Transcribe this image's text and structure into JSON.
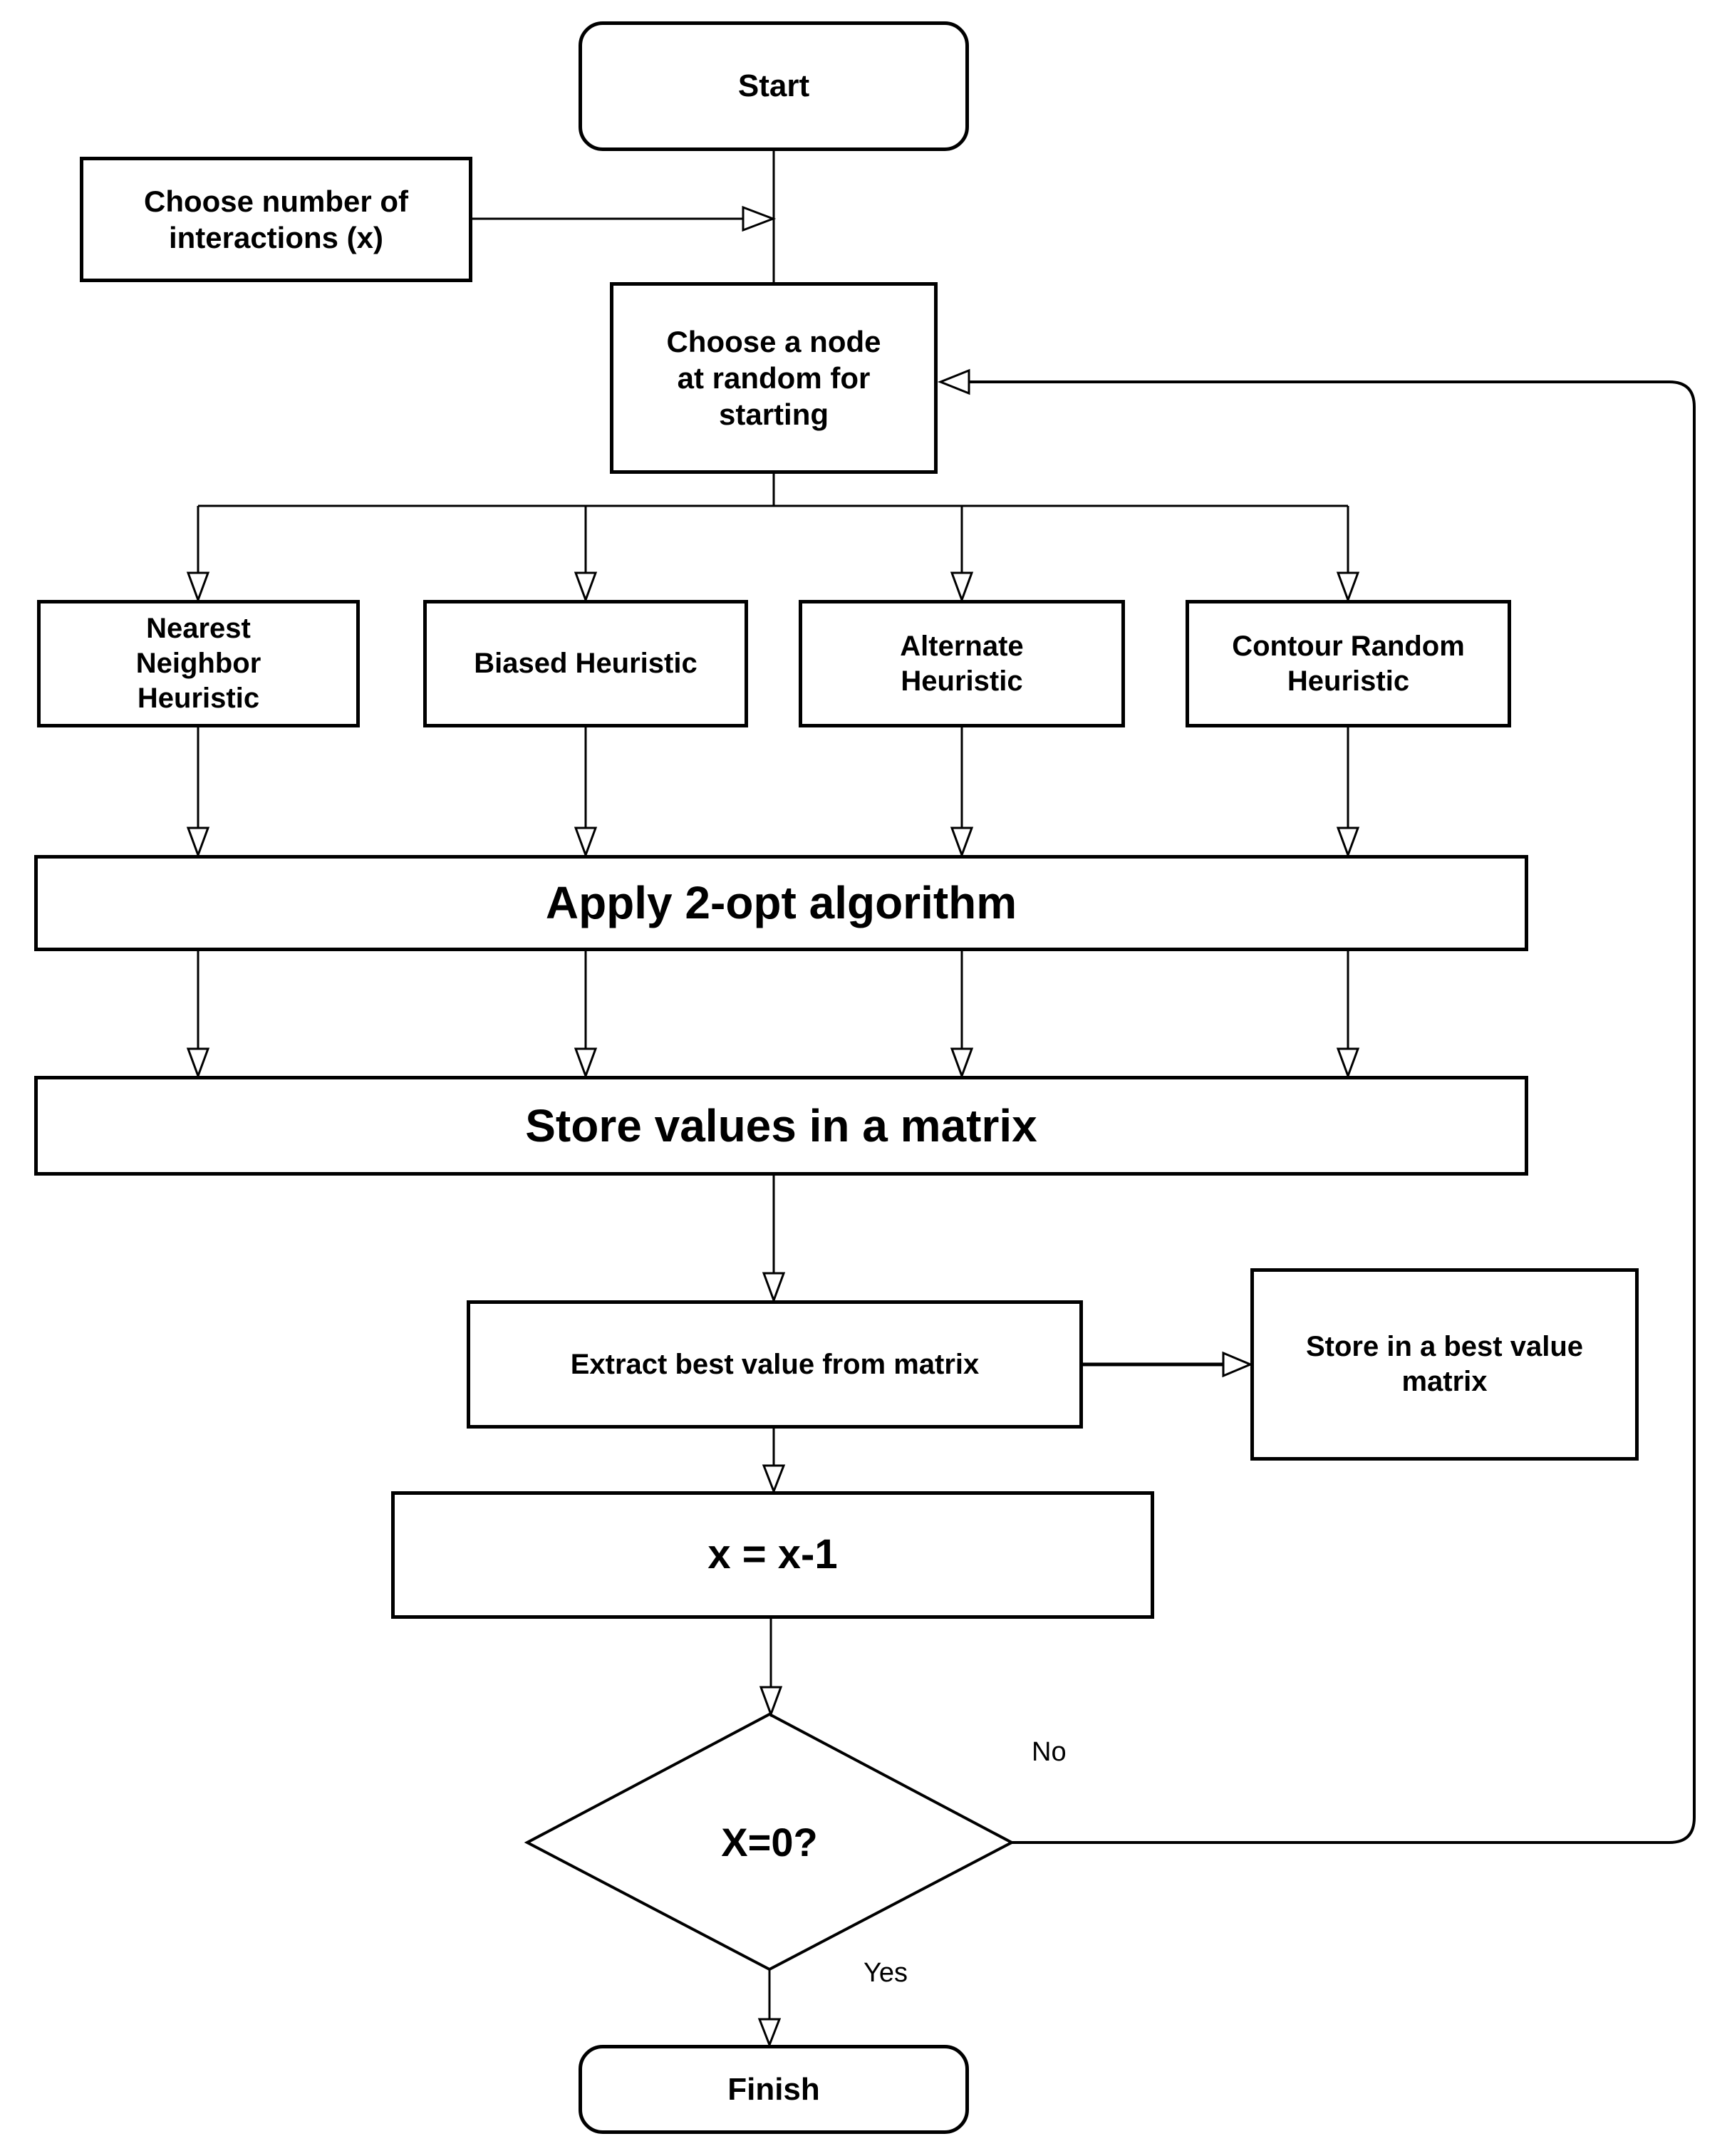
{
  "nodes": {
    "start": {
      "label": "Start"
    },
    "choose_number": {
      "label": "Choose number of\ninteractions (x)"
    },
    "choose_node": {
      "label": "Choose a node\nat random  for\nstarting"
    },
    "nearest": {
      "label": "Nearest\nNeighbor\nHeuristic"
    },
    "biased": {
      "label": "Biased Heuristic"
    },
    "alternate": {
      "label": "Alternate\nHeuristic"
    },
    "contour": {
      "label": "Contour Random\nHeuristic"
    },
    "apply": {
      "label": "Apply 2-opt algorithm"
    },
    "store": {
      "label": "Store values in a matrix"
    },
    "extract": {
      "label": "Extract best value from matrix"
    },
    "store_best": {
      "label": "Store in a best value\nmatrix"
    },
    "decrement": {
      "label": "x = x-1"
    },
    "decision": {
      "label": "X=0?"
    },
    "finish": {
      "label": "Finish"
    }
  },
  "edge_labels": {
    "no": "No",
    "yes": "Yes"
  },
  "colors": {
    "stroke": "#000000",
    "background": "#ffffff",
    "text": "#000000"
  }
}
